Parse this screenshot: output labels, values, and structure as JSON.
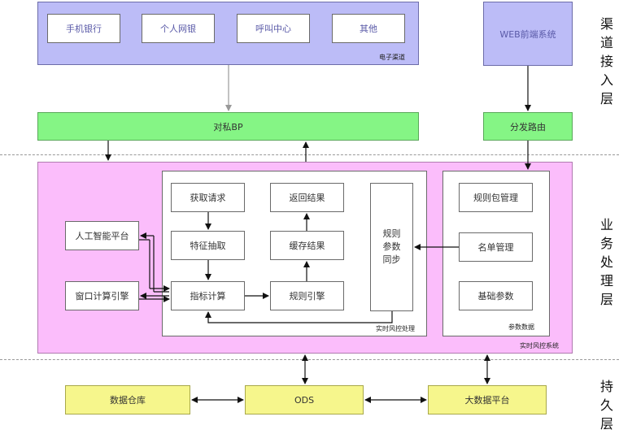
{
  "colors": {
    "channel_fill": "#bcbcf7",
    "channel_border": "#6c6ca9",
    "channel_text": "#5a5aa8",
    "green_fill": "#85f585",
    "green_border": "#5aa85a",
    "pink_fill": "#fbbdfb",
    "pink_border": "#b07ab0",
    "yellow_fill": "#f6f68c",
    "yellow_border": "#a8a84a",
    "separator": "#999999"
  },
  "channel": {
    "label": "电子渠道",
    "items": [
      "手机银行",
      "个人网银",
      "呼叫中心",
      "其他"
    ]
  },
  "web_frontend": "WEB前端系统",
  "private_bp": "对私BP",
  "routing": "分发路由",
  "risk_system": {
    "label": "实时风控系统",
    "ai_platform": "人工智能平台",
    "window_engine": "窗口计算引擎",
    "realtime": {
      "label": "实时风控处理",
      "get_request": "获取请求",
      "feature_extract": "特征抽取",
      "indicator_calc": "指标计算",
      "return_result": "返回结果",
      "cache_result": "缓存结果",
      "rule_engine": "规则引擎",
      "rule_sync": [
        "规则",
        "参数",
        "同步"
      ]
    },
    "params": {
      "label": "参数数据",
      "rule_package": "规则包管理",
      "list_mgmt": "名单管理",
      "base_params": "基础参数"
    }
  },
  "persistence": {
    "warehouse": "数据仓库",
    "ods": "ODS",
    "bigdata": "大数据平台"
  },
  "layers": {
    "channel": [
      "渠",
      "道",
      "接",
      "入",
      "层"
    ],
    "business": [
      "业",
      "务",
      "处",
      "理",
      "层"
    ],
    "persist": [
      "持",
      "久",
      "层"
    ]
  }
}
